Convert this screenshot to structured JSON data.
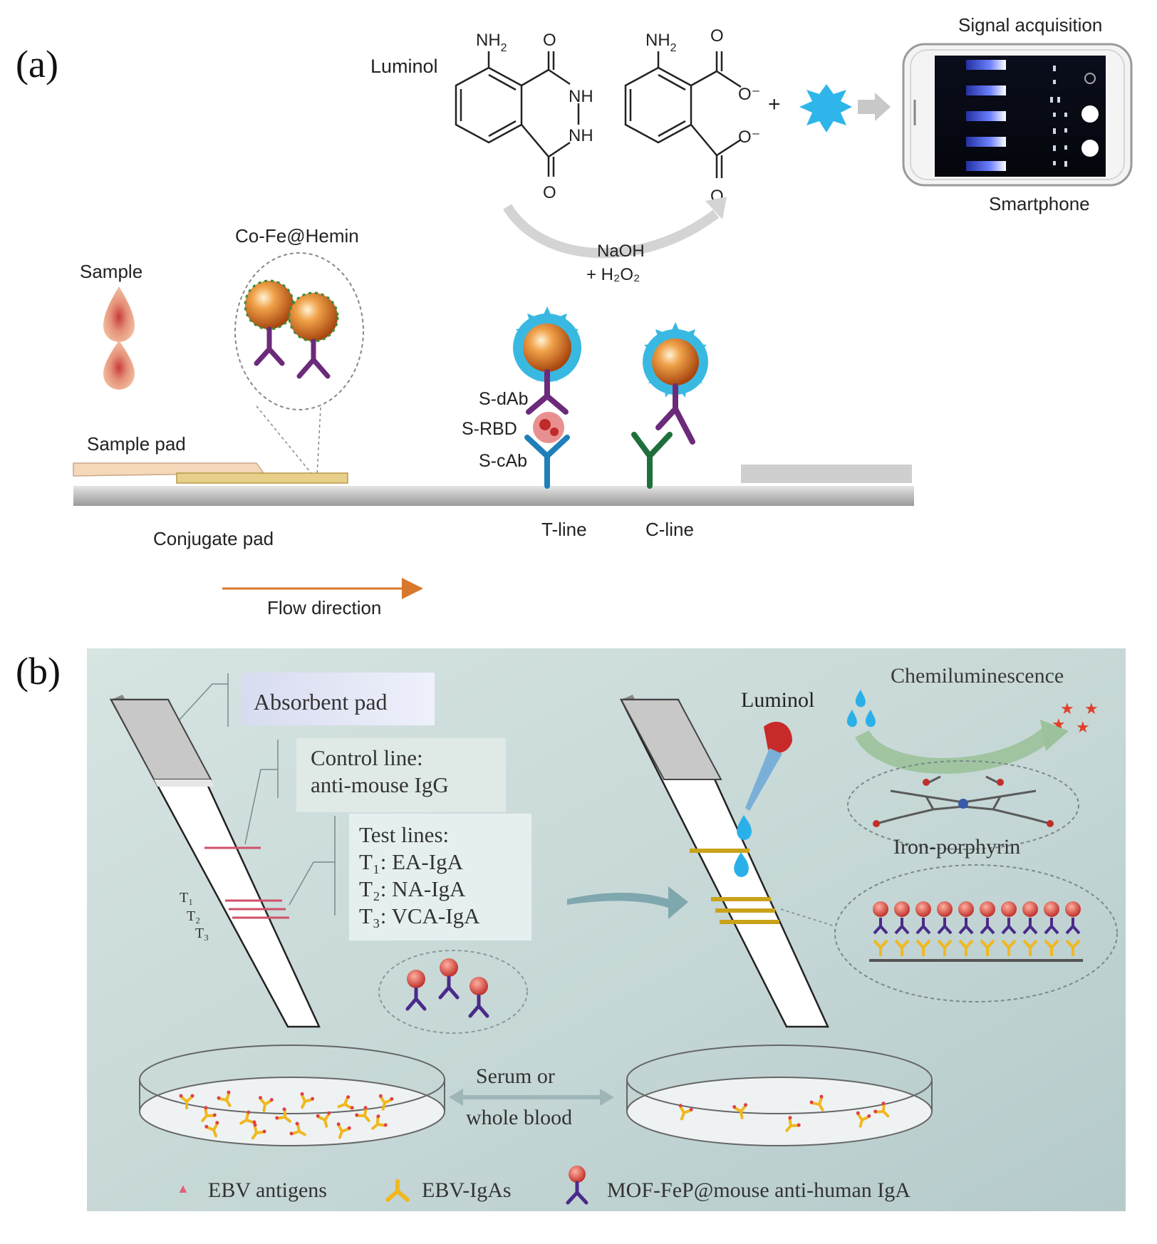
{
  "panel_a": {
    "label": "(a)",
    "luminol_label": "Luminol",
    "nh2_left": "NH",
    "nh2_left_sub": "2",
    "nh2_right": "NH",
    "nh2_right_sub": "2",
    "o_top_left": "O",
    "o_bottom_left": "O",
    "nh_upper": "NH",
    "nh_lower": "NH",
    "o_top_right": "O",
    "o_bottom_right": "O",
    "o_minus_1": "O⁻",
    "o_minus_2": "O⁻",
    "plus": "+",
    "reagent_line1": "NaOH",
    "reagent_line2": "+ H₂O₂",
    "signal_acquisition": "Signal acquisition",
    "smartphone": "Smartphone",
    "sample": "Sample",
    "cofe_hemin": "Co-Fe@Hemin",
    "sample_pad": "Sample pad",
    "conjugate_pad": "Conjugate pad",
    "s_dab": "S-dAb",
    "s_rbd": "S-RBD",
    "s_cab": "S-cAb",
    "t_line": "T-line",
    "c_line": "C-line",
    "flow_direction": "Flow direction"
  },
  "panel_b": {
    "label": "(b)",
    "absorbent_pad": "Absorbent pad",
    "control_line_1": "Control line:",
    "control_line_2": "anti-mouse IgG",
    "test_lines": "Test lines:",
    "t1_label": "T₁: EA-IgA",
    "t2_label": "T₂: NA-IgA",
    "t3_label": "T₃: VCA-IgA",
    "t1_small": "T₁",
    "t2_small": "T₂",
    "t3_small": "T₃",
    "luminol": "Luminol",
    "chemiluminescence": "Chemiluminescence",
    "iron_porphyrin": "Iron-porphyrin",
    "serum_1": "Serum or",
    "serum_2": "whole blood",
    "legend": [
      {
        "icon": "ebv-antigen-icon",
        "label": "EBV antigens"
      },
      {
        "icon": "ebv-iga-icon",
        "label": "EBV-IgAs"
      },
      {
        "icon": "mof-fep-icon",
        "label": "MOF-FeP@mouse anti-human IgA"
      }
    ]
  },
  "colors": {
    "panel_b_bg": "#c5d7d7",
    "antibody_purple": "#6b2a7a",
    "capture_blue": "#1f7fb8",
    "control_green": "#1f6f3a",
    "sphere_orange": "#e07a1f",
    "test_line_pink": "#d0506a",
    "gold_line": "#c9a21a",
    "flow_arrow": "#d9772c"
  }
}
